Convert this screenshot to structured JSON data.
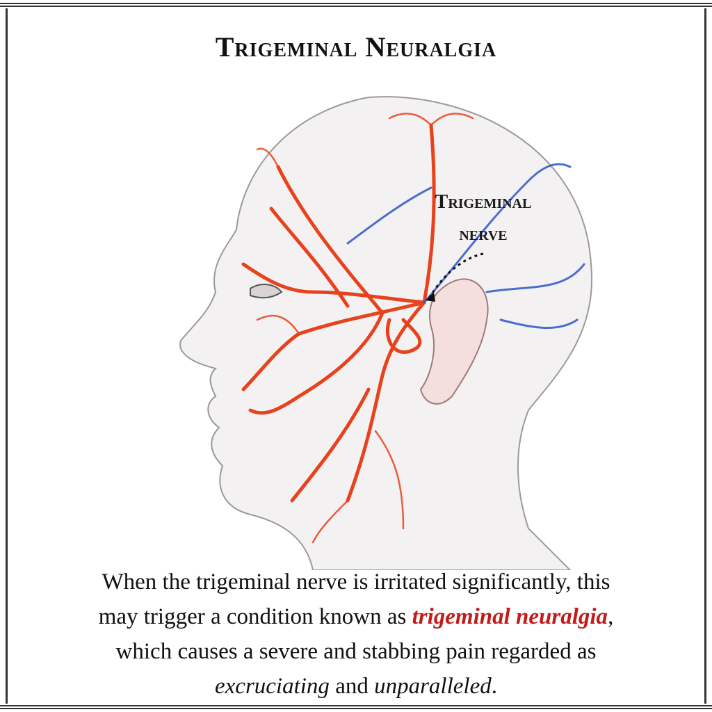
{
  "title": "Trigeminal Neuralgia",
  "label": {
    "line1": "Trigeminal",
    "line2": "nerve"
  },
  "caption": {
    "line1": "When the trigeminal nerve is irritated significantly, this",
    "line2_pre": "may trigger a condition known as ",
    "line2_highlight": "trigeminal neuralgia",
    "line2_post": ",",
    "line3": "which causes a severe and stabbing pain regarded as",
    "line4_em1": "excruciating",
    "line4_mid": " and ",
    "line4_em2": "unparalleled",
    "line4_end": "."
  },
  "colors": {
    "nerve": "#e8421c",
    "vein": "#2f57c9",
    "highlight": "#c41a1a"
  }
}
